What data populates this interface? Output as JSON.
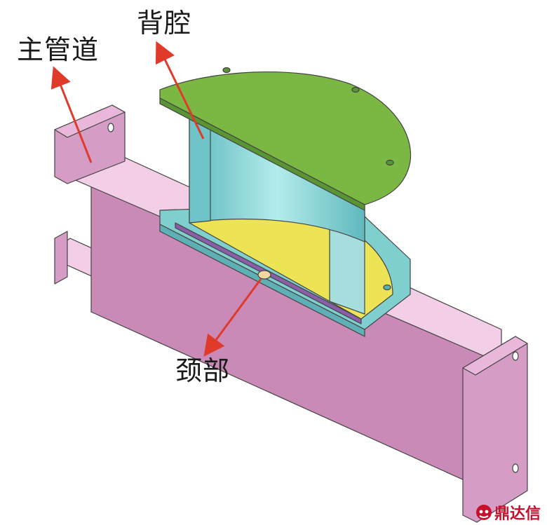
{
  "labels": {
    "main_pipe": "主管道",
    "back_cavity": "背腔",
    "neck": "颈部"
  },
  "watermark": {
    "text": "鼎达信"
  },
  "colors": {
    "main_pipe": "#c98ab8",
    "main_pipe_light": "#f2cfe6",
    "back_cavity_wall": "#7fcfcf",
    "top_plate": "#7bb843",
    "bottom_plate": "#ece454",
    "arrow": "#e03a2a",
    "watermark": "#c8102e"
  }
}
